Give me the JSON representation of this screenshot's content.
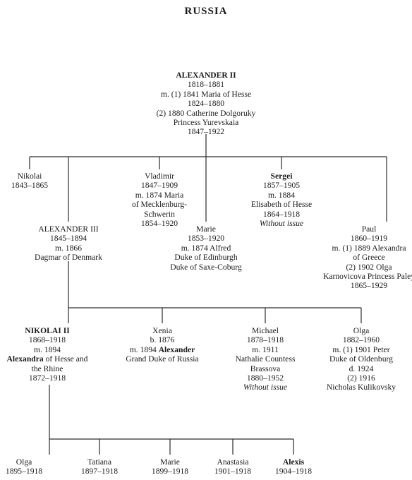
{
  "title": "RUSSIA",
  "root": {
    "name": "ALEXANDER II",
    "l1": "1818–1881",
    "l2": "m. (1) 1841 Maria of Hesse",
    "l3": "1824–1880",
    "l4": "(2) 1880 Catherine Dolgoruky",
    "l5": "Princess Yurevskaia",
    "l6": "1847–1922"
  },
  "gen2": {
    "nikolai": {
      "name": "Nikolai",
      "l1": "1843–1865"
    },
    "alexander3": {
      "name": "ALEXANDER III",
      "l1": "1845–1894",
      "l2": "m. 1866",
      "l3": "Dagmar of Denmark"
    },
    "vladimir": {
      "name": "Vladimir",
      "l1": "1847–1909",
      "l2": "m. 1874 Maria",
      "l3": "of Mecklenburg-",
      "l4": "Schwerin",
      "l5": "1854–1920"
    },
    "marie": {
      "name": "Marie",
      "l1": "1853–1920",
      "l2": "m. 1874 Alfred",
      "l3": "Duke of Edinburgh",
      "l4": "Duke of Saxe-Coburg"
    },
    "sergei": {
      "name": "Sergei",
      "l1": "1857–1905",
      "l2": "m. 1884",
      "l3": "Elisabeth of Hesse",
      "l4": "1864–1918",
      "l5": "Without issue"
    },
    "paul": {
      "name": "Paul",
      "l1": "1860–1919",
      "l2": "m. (1) 1889 Alexandra",
      "l3": "of Greece",
      "l4": "(2) 1902 Olga",
      "l5": "Karnovicova Princess Paley",
      "l6": "1865–1929"
    }
  },
  "gen3": {
    "nikolai2": {
      "name": "NIKOLAI II",
      "l1": "1868–1918",
      "l2": "m. 1894",
      "l3_bold": "Alexandra",
      "l3_rest": " of Hesse and",
      "l4": "the Rhine",
      "l5": "1872–1918"
    },
    "xenia": {
      "name": "Xenia",
      "l1": "b. 1876",
      "l2_pre": "m. 1894 ",
      "l2_bold": "Alexander",
      "l3": "Grand Duke of Russia"
    },
    "michael": {
      "name": "Michael",
      "l1": "1878–1918",
      "l2": "m. 1911",
      "l3": "Nathalie Countess",
      "l4": "Brassova",
      "l5": "1880–1952",
      "l6": "Without issue"
    },
    "olga": {
      "name": "Olga",
      "l1": "1882–1960",
      "l2": "m. (1) 1901 Peter",
      "l3": "Duke of Oldenburg",
      "l4": "d. 1924",
      "l5": "(2) 1916",
      "l6": "Nicholas Kulikovsky"
    }
  },
  "gen4": {
    "olga": {
      "name": "Olga",
      "l1": "1895–1918"
    },
    "tatiana": {
      "name": "Tatiana",
      "l1": "1897–1918"
    },
    "marie": {
      "name": "Marie",
      "l1": "1899–1918"
    },
    "anastasia": {
      "name": "Anastasia",
      "l1": "1901–1918"
    },
    "alexis": {
      "name": "Alexis",
      "l1": "1904–1918"
    }
  }
}
